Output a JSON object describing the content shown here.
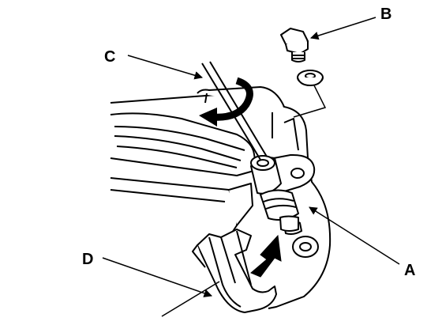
{
  "diagram": {
    "callouts": {
      "a": "A",
      "b": "B",
      "c": "C",
      "d": "D"
    },
    "line_color": "#000000",
    "fill_color": "#ffffff"
  }
}
